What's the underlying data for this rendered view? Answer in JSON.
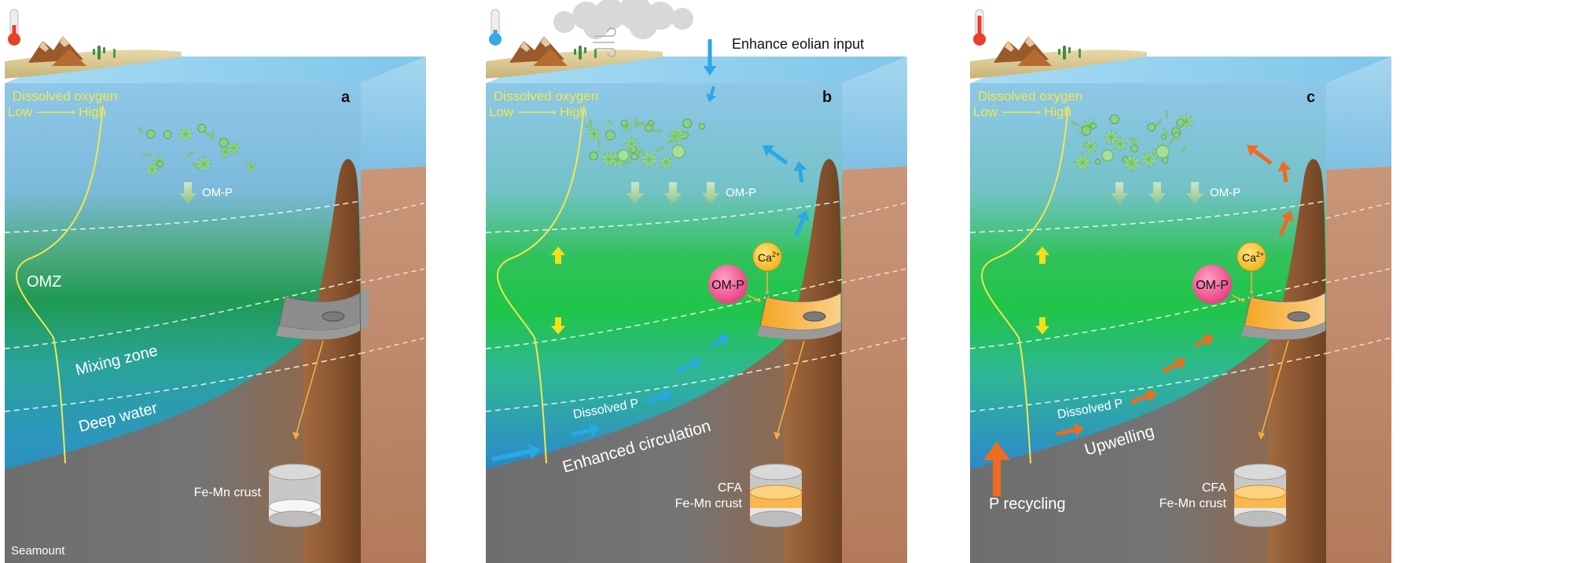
{
  "panels": [
    {
      "letter": "a",
      "oxygen_title": "Dissolved oxygen",
      "oxygen_low": "Low",
      "oxygen_high": "High",
      "omp": "OM-P",
      "zone_omz": "OMZ",
      "zone_mixing": "Mixing zone",
      "zone_deep": "Deep water",
      "crust_lines": [
        "Fe-Mn crust"
      ],
      "seamount": "Seamount"
    },
    {
      "letter": "b",
      "oxygen_title": "Dissolved oxygen",
      "oxygen_low": "Low",
      "oxygen_high": "High",
      "omp": "OM-P",
      "eolian": "Enhance eolian input",
      "bubble_omp": "OM-P",
      "bubble_ca": "Ca",
      "bubble_ca_sup": "2+",
      "dissolved_p": "Dissolved P",
      "circulation": "Enhanced circulation",
      "crust_lines": [
        "CFA",
        "Fe-Mn crust"
      ]
    },
    {
      "letter": "c",
      "oxygen_title": "Dissolved oxygen",
      "oxygen_low": "Low",
      "oxygen_high": "High",
      "omp": "OM-P",
      "bubble_omp": "OM-P",
      "bubble_ca": "Ca",
      "bubble_ca_sup": "2+",
      "dissolved_p": "Dissolved P",
      "upwelling": "Upwelling",
      "p_recycling": "P recycling",
      "crust_lines": [
        "CFA",
        "Fe-Mn crust"
      ]
    }
  ],
  "colors": {
    "oxygen_curve": "#f2e84a",
    "blue_arrow": "#29a8e6",
    "orange_arrow": "#f06a1f",
    "omp_bubble": "#f0508c",
    "ca_bubble": "#f5c22e",
    "seabed": "#6f6f6f",
    "seamount": "#8c5a35",
    "thermometer_cool": "#36a9e6",
    "thermometer_warm": "#e8402a"
  },
  "icons": [
    "thermometer-icon",
    "desert-icon",
    "cactus-icon",
    "wind-icon",
    "cloud-icon",
    "plankton-icon"
  ]
}
